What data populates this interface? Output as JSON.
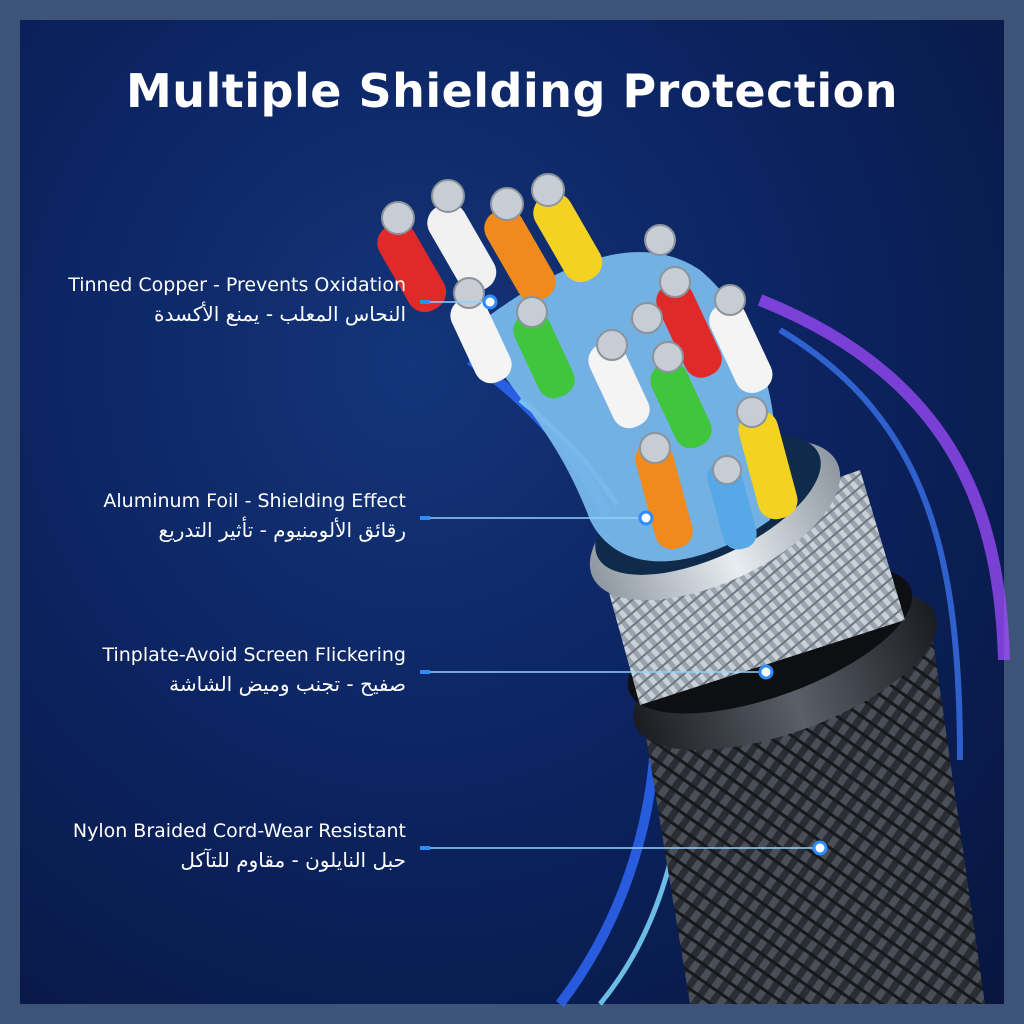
{
  "title": "Multiple Shielding Protection",
  "colors": {
    "border": "#3d5478",
    "background": "#0c2462",
    "accent": "#2f8cff",
    "text": "#ffffff"
  },
  "callouts": [
    {
      "en": "Tinned Copper - Prevents Oxidation",
      "ar": "النحاس المعلب - يمنع الأكسدة"
    },
    {
      "en": "Aluminum Foil - Shielding Effect",
      "ar": "رقائق الألومنيوم - تأثير التدريع"
    },
    {
      "en": "Tinplate-Avoid Screen Flickering",
      "ar": "صفيح - تجنب وميض الشاشة"
    },
    {
      "en": "Nylon Braided Cord-Wear Resistant",
      "ar": "حبل النايلون - مقاوم للتآكل"
    }
  ]
}
